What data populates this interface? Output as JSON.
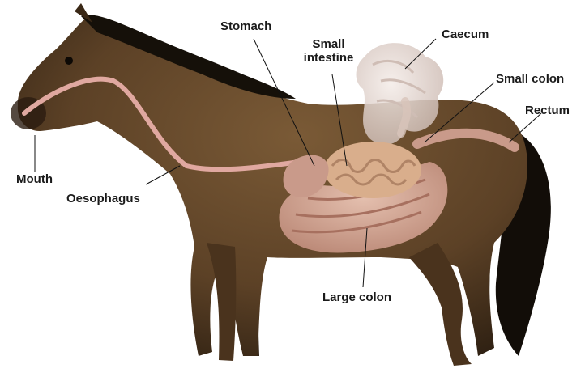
{
  "diagram": {
    "labels": {
      "stomach": "Stomach",
      "small_intestine_line1": "Small",
      "small_intestine_line2": "intestine",
      "caecum": "Caecum",
      "small_colon": "Small colon",
      "rectum": "Rectum",
      "mouth": "Mouth",
      "oesophagus": "Oesophagus",
      "large_colon": "Large colon"
    },
    "colors": {
      "coat": "#5c4126",
      "coat_dark": "#2a1c10",
      "mane": "#151009",
      "gut": "#c99a8a",
      "gut_light": "#e3c2b4",
      "small_intestine": "#d9ae8c",
      "caecum": "#e6d8d2",
      "oesophagus": "#e0a8a0",
      "leader_line": "#111111"
    }
  }
}
